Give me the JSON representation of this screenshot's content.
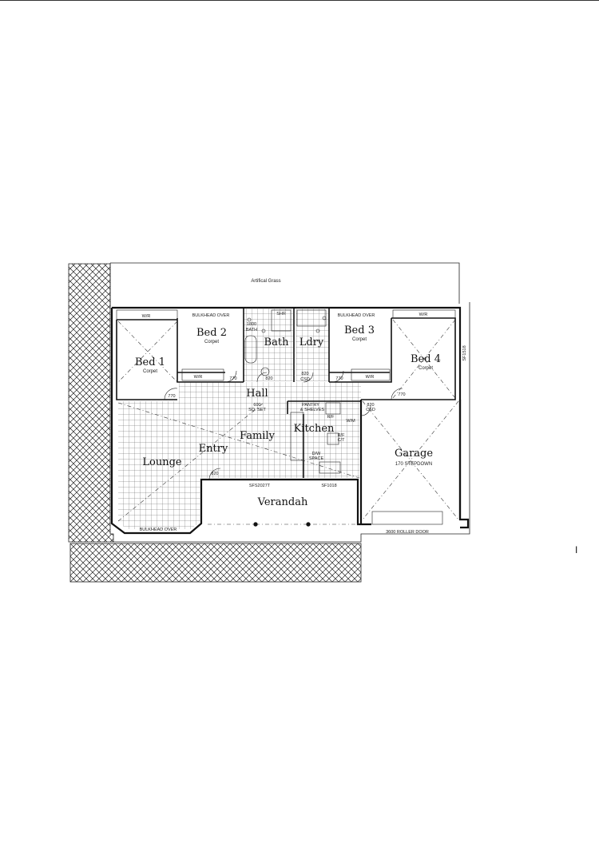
{
  "rooms": {
    "artificial_grass": "Artifical Grass",
    "bed1": "Bed 1",
    "bed1_floor": "Corpet",
    "bed2": "Bed 2",
    "bed2_floor": "Corpet",
    "bath": "Bath",
    "ldry": "Ldry",
    "bed3": "Bed 3",
    "bed3_floor": "Corpet",
    "bed4": "Bed 4",
    "bed4_floor": "Corpet",
    "hall": "Hall",
    "family": "Family",
    "kitchen": "Kitchen",
    "entry": "Entry",
    "lounge": "Lounge",
    "garage": "Garage",
    "garage_note": "170 STEPDOWN",
    "verandah": "Verandah"
  },
  "notes": {
    "wr_bed1": "W/R",
    "bulkhead_top_left": "BULKHEAD OVER",
    "wr_bed2": "W/R",
    "door_770_bed2": "770",
    "bath_1800": "1800",
    "bath_label": "BATH",
    "shower": "SHR",
    "door_820_bath": "820",
    "ldry_820": "820",
    "ldry_csd": "CSD",
    "bulkhead_top_right": "BULKHEAD OVER",
    "door_770_bed3": "770",
    "wr_bed3": "W/R",
    "wr_bed4": "W/R",
    "door_770_bed4": "770",
    "door_770_bed1": "770",
    "sf1518": "SF1518",
    "tile_600": "600",
    "tile_sq_set": "SQ. SET",
    "pantry": "PANTRY",
    "shelves": "& SHELVES",
    "garage_820": "820",
    "garage_csd": "CSD",
    "fridge": "R/F",
    "wm": "W/M",
    "dw": "D/W",
    "space": "SPACE",
    "rf_ct": "R/F",
    "ct": "C/T",
    "entry_820": "820",
    "sfs": "SFS2027T",
    "sf1018": "SF1018",
    "bulkhead_lounge": "BULKHEAD OVER",
    "roller_door": "3600 ROLLER DOOR",
    "page_mark": "I"
  }
}
